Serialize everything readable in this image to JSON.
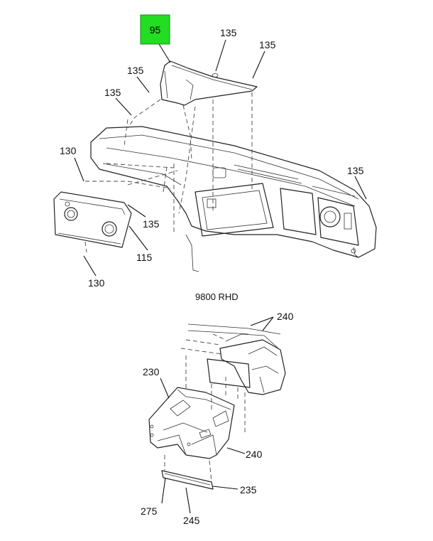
{
  "highlighted_callout": {
    "label": "95",
    "color": "#22dd22"
  },
  "caption": "9800 RHD",
  "callouts": {
    "c135_top_a": "135",
    "c135_top_b": "135",
    "c135_left_a": "135",
    "c135_left_b": "135",
    "c130_upper": "130",
    "c135_mid": "135",
    "c115": "115",
    "c130_lower": "130",
    "c135_right": "135",
    "c240_top": "240",
    "c230": "230",
    "c240_lower": "240",
    "c235": "235",
    "c275": "275",
    "c245": "245"
  }
}
